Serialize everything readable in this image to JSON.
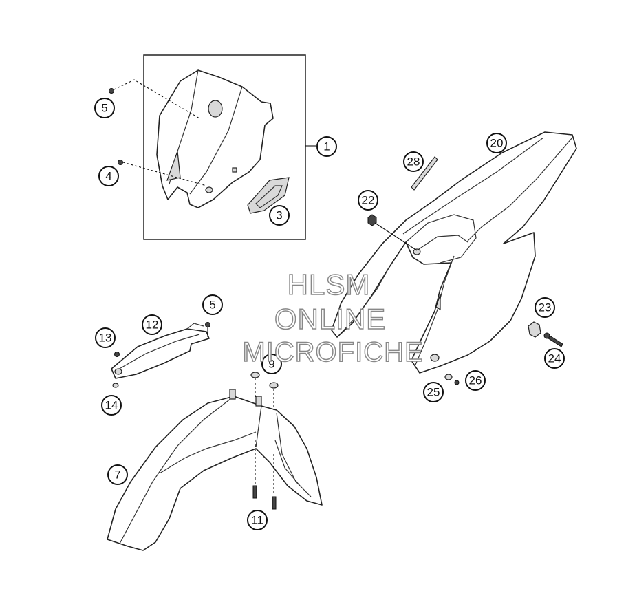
{
  "callouts": {
    "c1": "1",
    "c3": "3",
    "c4": "4",
    "c5a": "5",
    "c5b": "5",
    "c7": "7",
    "c9": "9",
    "c11": "11",
    "c12": "12",
    "c13": "13",
    "c14": "14",
    "c20": "20",
    "c22": "22",
    "c23": "23",
    "c24": "24",
    "c25": "25",
    "c26": "26",
    "c28": "28"
  },
  "watermark": {
    "line1": "HLSM",
    "line2": "ONLINE",
    "line3": "MICROFICHE"
  }
}
